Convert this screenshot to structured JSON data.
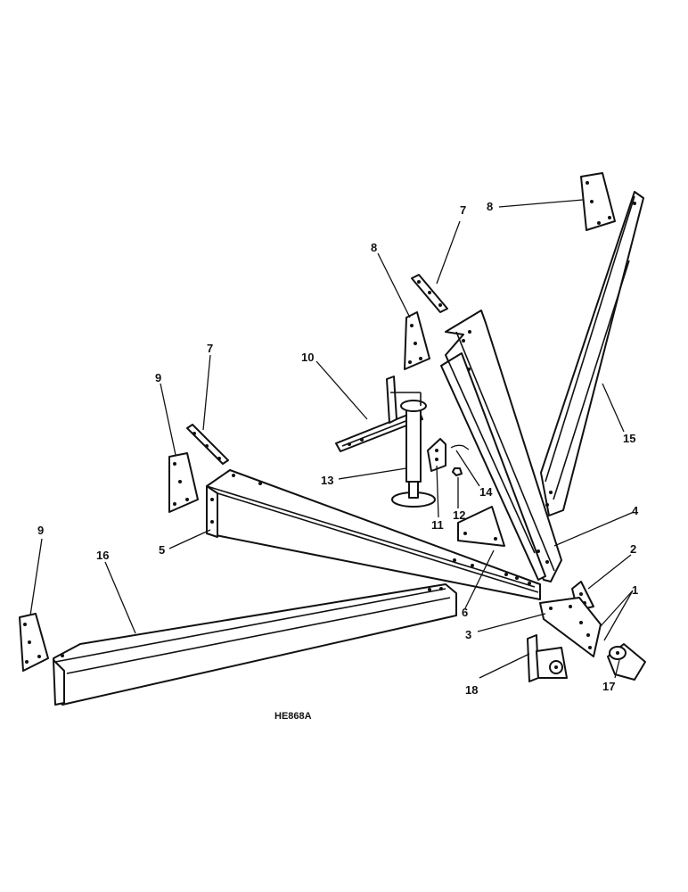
{
  "figure_code": "HE868A",
  "callouts": {
    "c1": "1",
    "c2": "2",
    "c3": "3",
    "c4": "4",
    "c5": "5",
    "c6": "6",
    "c7a": "7",
    "c7b": "7",
    "c8a": "8",
    "c8b": "8",
    "c9a": "9",
    "c9b": "9",
    "c10": "10",
    "c11": "11",
    "c12": "12",
    "c13": "13",
    "c14": "14",
    "c15": "15",
    "c16": "16",
    "c17": "17",
    "c18": "18"
  }
}
